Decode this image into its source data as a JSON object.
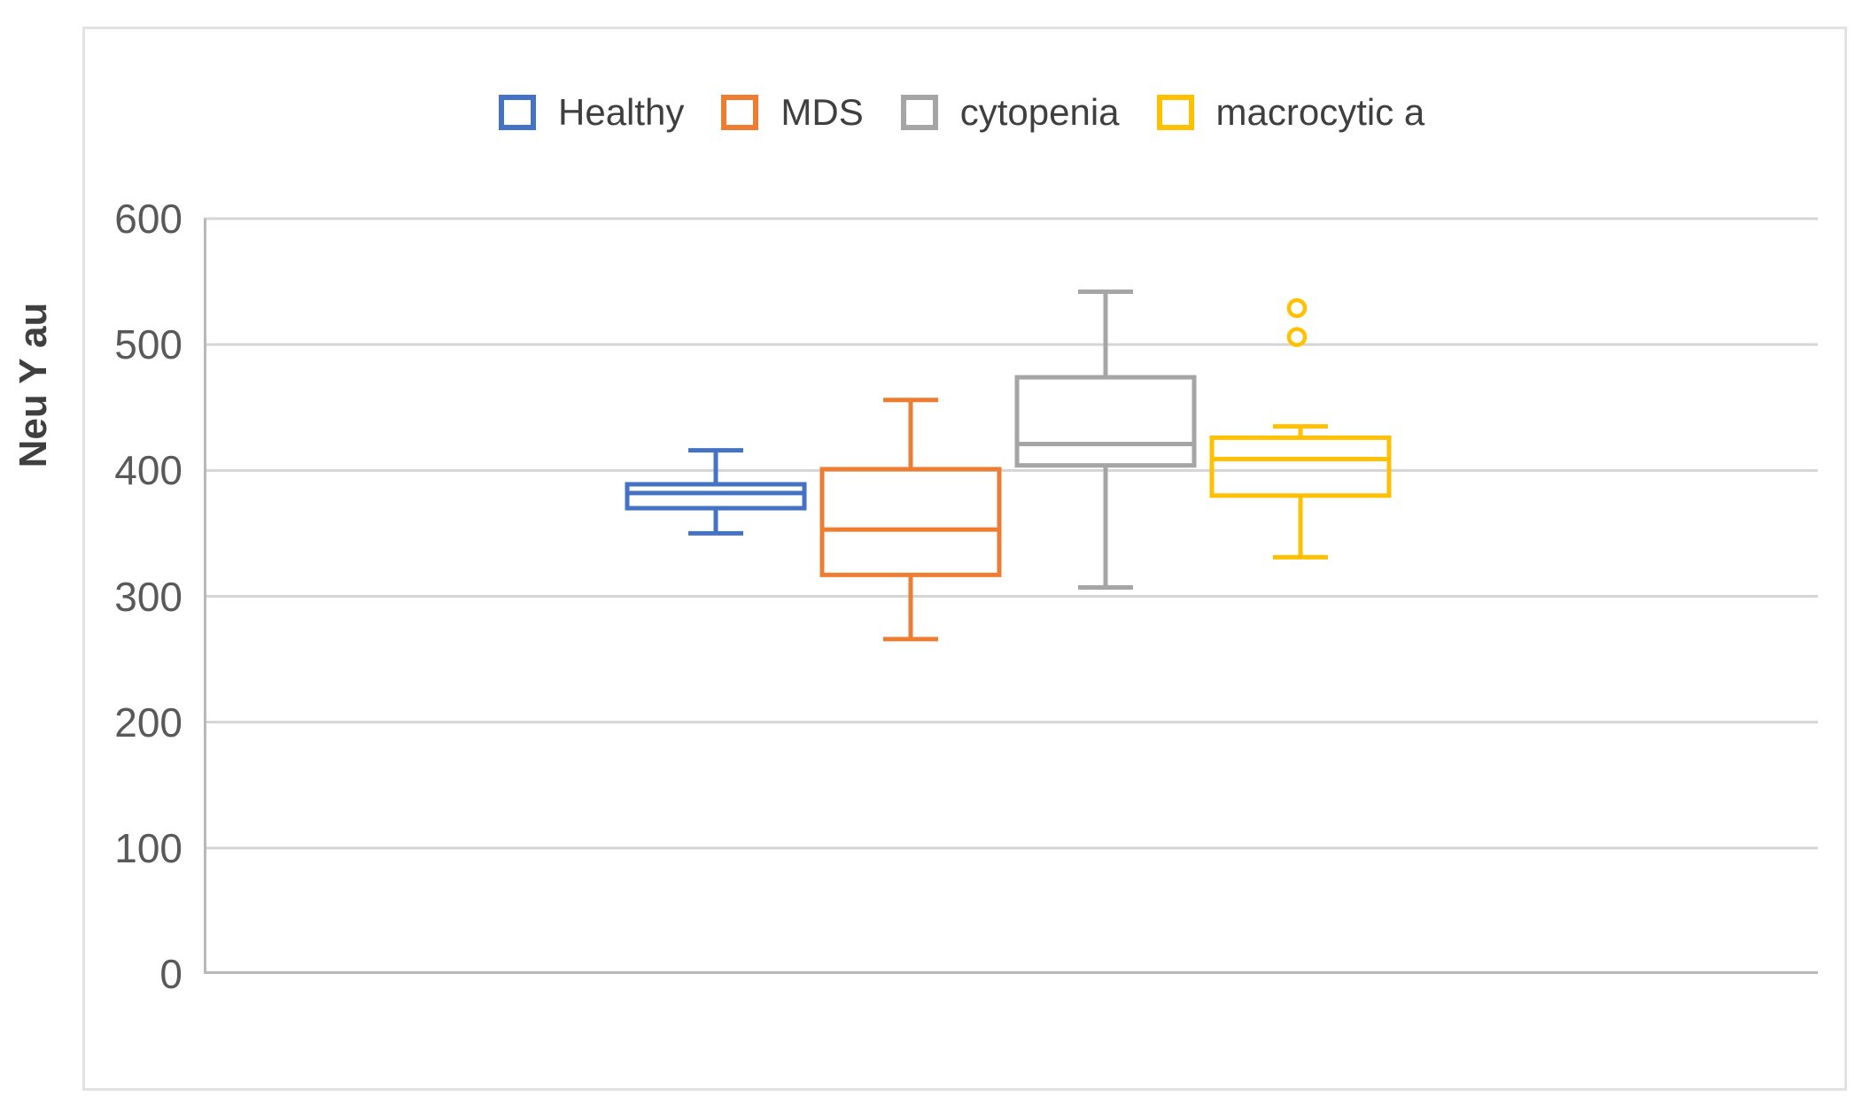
{
  "figure": {
    "background": "#ffffff",
    "border_color": "#e2e2e2"
  },
  "legend": {
    "position": "top",
    "items": [
      {
        "id": "healthy",
        "label": "Healthy",
        "color": "#4472C4"
      },
      {
        "id": "mds",
        "label": "MDS",
        "color": "#ED7D31"
      },
      {
        "id": "cytopenia",
        "label": "cytopenia",
        "color": "#A5A5A5"
      },
      {
        "id": "macrocytic-a",
        "label": "macrocytic a",
        "color": "#FFC000"
      }
    ]
  },
  "axes": {
    "gridline_color": "#d5d5d5",
    "axis_line_color": "#b8b8b8",
    "tick_label_color": "#595959"
  },
  "chart_data": {
    "type": "boxplot",
    "title": "",
    "xlabel": "",
    "ylabel": "Neu Y au",
    "ylim": [
      0,
      600
    ],
    "yticks": [
      0,
      100,
      200,
      300,
      400,
      500,
      600
    ],
    "grid": true,
    "legend_position": "top",
    "categories": [
      "Healthy",
      "MDS",
      "cytopenia",
      "macrocytic a"
    ],
    "series": [
      {
        "name": "Healthy",
        "color": "#4472C4",
        "whislo": 350,
        "q1": 370,
        "median": 382,
        "q3": 389,
        "whishi": 416,
        "outliers": []
      },
      {
        "name": "MDS",
        "color": "#ED7D31",
        "whislo": 266,
        "q1": 317,
        "median": 353,
        "q3": 401,
        "whishi": 456,
        "outliers": []
      },
      {
        "name": "cytopenia",
        "color": "#A5A5A5",
        "whislo": 307,
        "q1": 404,
        "median": 421,
        "q3": 474,
        "whishi": 542,
        "outliers": []
      },
      {
        "name": "macrocytic a",
        "color": "#FFC000",
        "whislo": 331,
        "q1": 380,
        "median": 409,
        "q3": 426,
        "whishi": 435,
        "outliers": [
          506,
          529
        ]
      }
    ]
  }
}
